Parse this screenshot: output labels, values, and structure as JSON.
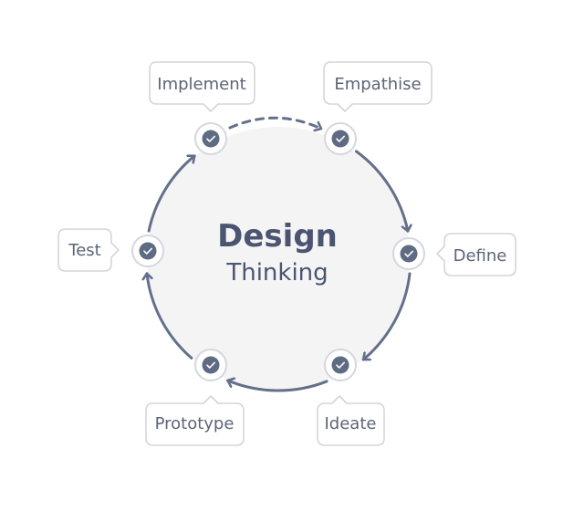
{
  "title": {
    "main": "Design",
    "sub": "Thinking"
  },
  "stages": [
    {
      "id": "empathise",
      "label": "Empathise",
      "state": "complete"
    },
    {
      "id": "define",
      "label": "Define",
      "state": "complete"
    },
    {
      "id": "ideate",
      "label": "Ideate",
      "state": "complete"
    },
    {
      "id": "prototype",
      "label": "Prototype",
      "state": "complete"
    },
    {
      "id": "test",
      "label": "Test",
      "state": "complete"
    },
    {
      "id": "implement",
      "label": "Implement",
      "state": "complete"
    }
  ],
  "flow": {
    "direction": "clockwise",
    "implement_to_empathise": "dashed"
  },
  "colors": {
    "circle_fill": "#f4f4f5",
    "ring_stroke": "#64708a",
    "node_fill": "#5f6a83",
    "node_halo": "#ffffff",
    "node_halo_stroke": "#d4d7dd",
    "check": "#ffffff",
    "callout_border": "#d5d5d7",
    "text": "#4b5571"
  },
  "icons": {
    "node": "check-icon"
  }
}
